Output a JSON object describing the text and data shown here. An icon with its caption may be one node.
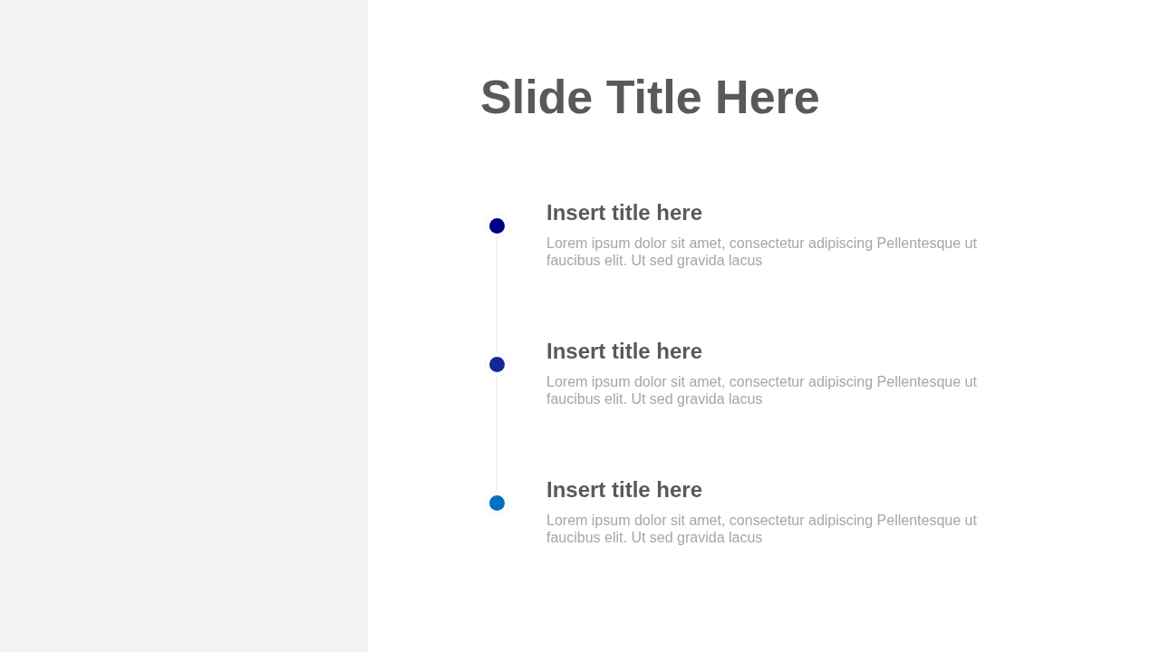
{
  "diagram": {
    "title": "Slide Title Here",
    "nodes": [
      {
        "text": [],
        "shape": "circle",
        "beside": [
          "Insert title here",
          "Lorem ipsum dolor sit amet, consectetur adipiscing Pellentesque ut faucibus elit. Ut sed gravida lacus"
        ]
      },
      {
        "text": [],
        "shape": "circle",
        "beside": [
          "Insert title here",
          "Lorem ipsum dolor sit amet, consectetur adipiscing Pellentesque ut faucibus elit. Ut sed gravida lacus"
        ]
      },
      {
        "text": [],
        "shape": "circle",
        "beside": [
          "Insert title here",
          "Lorem ipsum dolor sit amet, consectetur adipiscing Pellentesque ut faucibus elit. Ut sed gravida lacus"
        ]
      }
    ],
    "edges": [
      {
        "from": 0,
        "to": 1,
        "arrow": "none"
      },
      {
        "from": 1,
        "to": 2,
        "arrow": "none"
      }
    ]
  }
}
